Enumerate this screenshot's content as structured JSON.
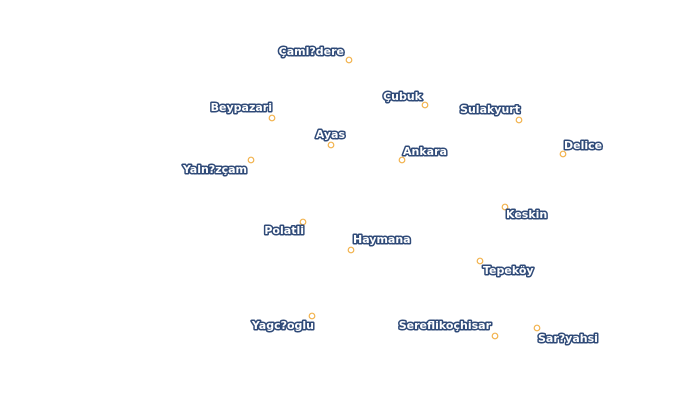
{
  "colors": {
    "marker_stroke": "#f2b24c",
    "marker_fill": "#ffffff",
    "label_text": "#ffffff",
    "label_halo": "#2f4a78",
    "background": "#ffffff"
  },
  "towns": [
    {
      "name": "Çaml?dere",
      "label_anchor": "end"
    },
    {
      "name": "Çubuk",
      "label_anchor": "end"
    },
    {
      "name": "Beypazari",
      "label_anchor": "end"
    },
    {
      "name": "Sulakyurt",
      "label_anchor": "end"
    },
    {
      "name": "Ayas",
      "label_anchor": "end"
    },
    {
      "name": "Delice",
      "label_anchor": "start"
    },
    {
      "name": "Ankara",
      "label_anchor": "start"
    },
    {
      "name": "Yaln?zçam",
      "label_anchor": "end"
    },
    {
      "name": "Keskin",
      "label_anchor": "start"
    },
    {
      "name": "Polatli",
      "label_anchor": "end"
    },
    {
      "name": "Haymana",
      "label_anchor": "start"
    },
    {
      "name": "Tepeköy",
      "label_anchor": "start"
    },
    {
      "name": "Yagc?oglu",
      "label_anchor": "end"
    },
    {
      "name": "Sereflikoçhisar",
      "label_anchor": "end"
    },
    {
      "name": "Sar?yahsi",
      "label_anchor": "start"
    }
  ]
}
